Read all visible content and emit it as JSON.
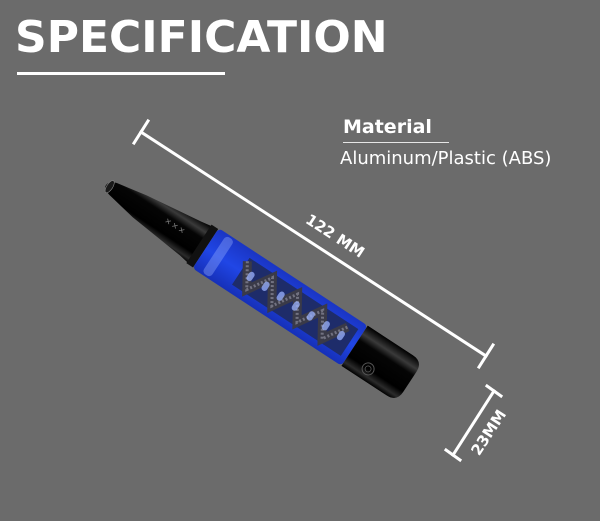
{
  "header": {
    "title": "SPECIFICATION"
  },
  "material": {
    "heading": "Material",
    "value": "Aluminum/Plastic (ABS)"
  },
  "dimensions": {
    "length_label": "122 MM",
    "diameter_label": "23MM"
  },
  "product": {
    "name": "vape pen device",
    "colors": {
      "body": "#1e3fd6",
      "caps": "#0a0a0a",
      "background": "#6b6b6b",
      "text": "#ffffff"
    }
  }
}
